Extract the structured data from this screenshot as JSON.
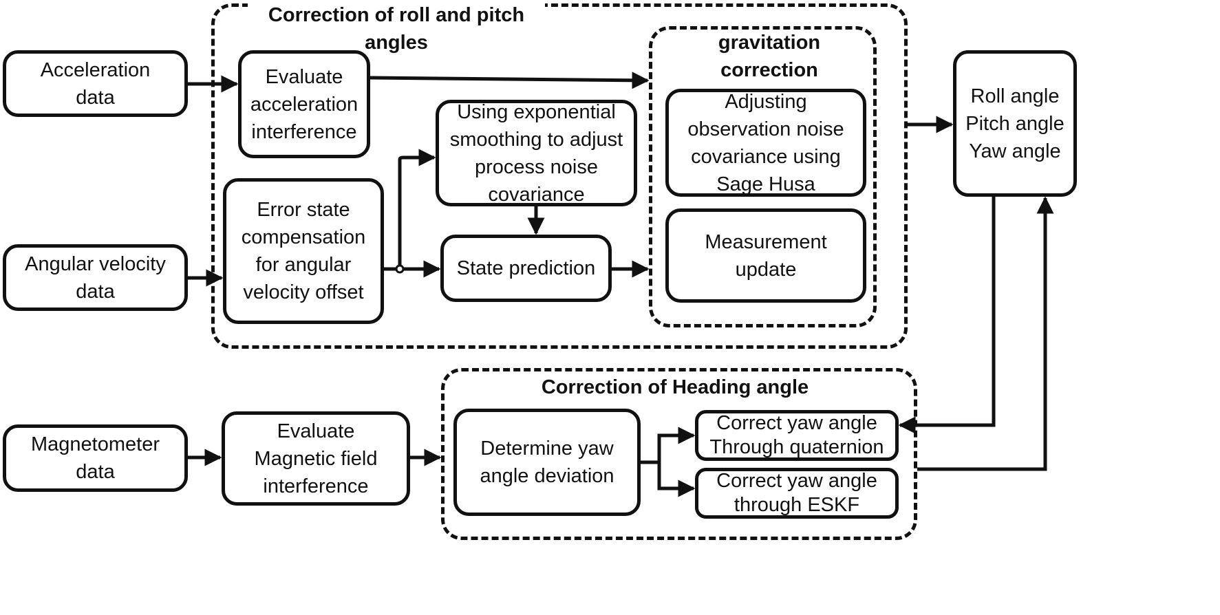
{
  "groups": {
    "roll_pitch": {
      "title": [
        "Correction of roll and pitch",
        "angles"
      ]
    },
    "gravitation": {
      "title": [
        "gravitation",
        "correction"
      ]
    },
    "heading": {
      "title": [
        "Correction of Heading angle"
      ]
    }
  },
  "inputs": {
    "acceleration": [
      "Acceleration",
      "data"
    ],
    "angular_velocity": [
      "Angular velocity",
      "data"
    ],
    "magnetometer": [
      "Magnetometer",
      "data"
    ]
  },
  "nodes": {
    "evaluate_accel": [
      "Evaluate",
      "acceleration",
      "interference"
    ],
    "error_state": [
      "Error state",
      "compensation",
      "for angular",
      "velocity offset"
    ],
    "exp_smoothing": [
      "Using exponential",
      "smoothing to adjust",
      "process noise",
      "covariance"
    ],
    "state_prediction": [
      "State prediction"
    ],
    "sage_husa": [
      "Adjusting",
      "observation noise",
      "covariance using",
      "Sage Husa"
    ],
    "measurement_update": [
      "Measurement",
      "update"
    ],
    "output_angles": [
      "Roll angle",
      "Pitch angle",
      "Yaw angle"
    ],
    "evaluate_magnetic": [
      "Evaluate",
      "Magnetic field",
      "interference"
    ],
    "yaw_deviation": [
      "Determine yaw",
      "angle deviation"
    ],
    "yaw_quaternion": [
      "Correct yaw angle",
      "Through quaternion"
    ],
    "yaw_eskf": [
      "Correct yaw angle",
      "through ESKF"
    ]
  },
  "colors": {
    "stroke": "#111111",
    "background": "#ffffff"
  }
}
